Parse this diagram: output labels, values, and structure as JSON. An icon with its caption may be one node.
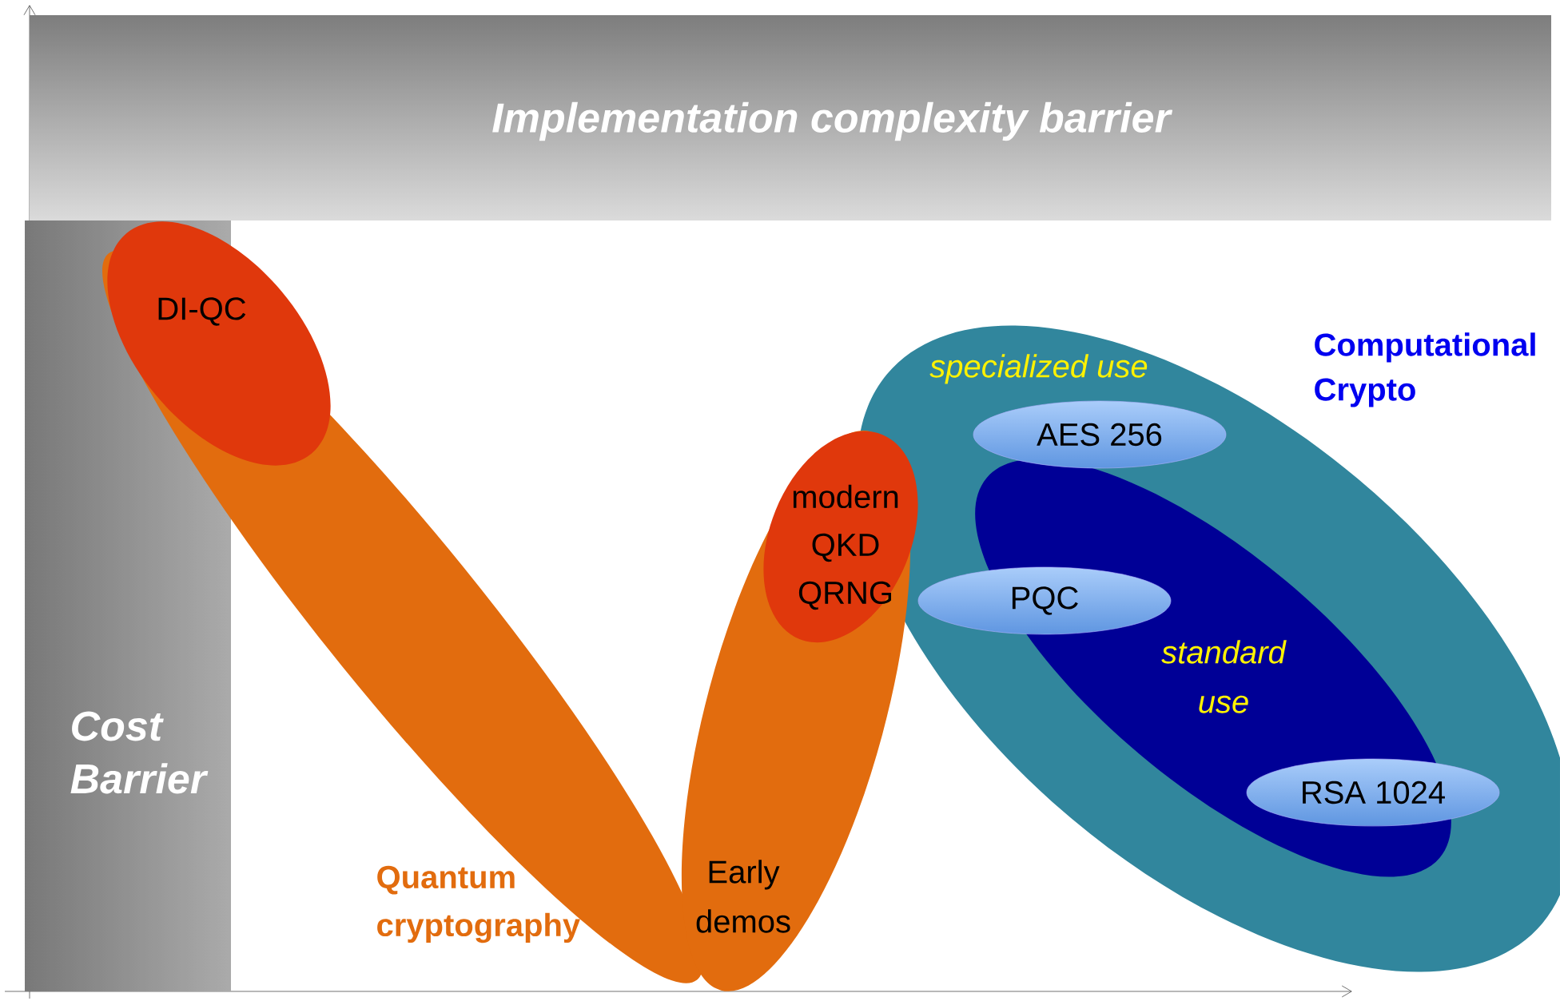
{
  "diagram": {
    "nodes": [
      {
        "text": [
          "Implementation complexity barrier"
        ]
      },
      {
        "text": [
          "Cost Barrier"
        ]
      },
      {
        "text": [],
        "shape": "ellipse"
      },
      {
        "text": [
          "DI-QC"
        ]
      },
      {
        "text": [
          "Early demos"
        ]
      },
      {
        "text": [
          "modern QKD QRNG"
        ],
        "in": 4
      },
      {
        "text": [
          "specialized use"
        ]
      },
      {
        "text": [
          "AES 256"
        ],
        "in": 6
      },
      {
        "text": [
          "standard use"
        ],
        "in": 6
      },
      {
        "text": [
          "PQC"
        ],
        "in": 6
      },
      {
        "text": [
          "RSA 1024"
        ],
        "in": 6
      }
    ],
    "labels": [
      "Computational Crypto",
      "Quantum cryptography"
    ]
  }
}
